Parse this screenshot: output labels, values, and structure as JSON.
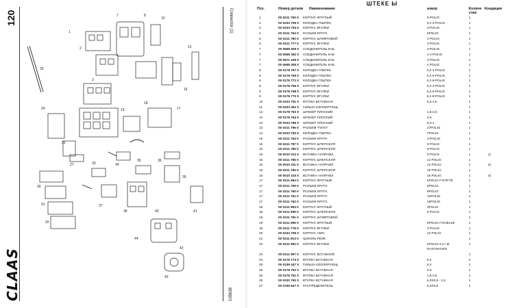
{
  "left_page": {
    "page_number": "120",
    "side_label": "Connector (1)",
    "doc_code": "105638",
    "logo_text": "CLAAS",
    "callouts": [
      "1",
      "2",
      "3",
      "4",
      "5",
      "6",
      "7",
      "8",
      "9",
      "10",
      "11",
      "12",
      "13",
      "14",
      "15",
      "16",
      "17",
      "18",
      "19",
      "20",
      "21",
      "22",
      "23",
      "24",
      "25",
      "26",
      "27",
      "28",
      "29",
      "30",
      "31",
      "32",
      "33",
      "34",
      "35",
      "36",
      "37",
      "38",
      "39",
      "40",
      "41",
      "42",
      "43",
      "44"
    ]
  },
  "right_page": {
    "title": "ШТЕКЕ Ы",
    "headers": {
      "pos": "Поз.",
      "part": "Номер детали",
      "name": "Наименование",
      "size": "азмер",
      "qty": "Количе ство",
      "cond": "Кондиция"
    },
    "rows": [
      {
        "pos": "1",
        "part": "00 0211 765 0",
        "name": "КОРПУС КРУГЛЫЙ",
        "size": "5 POLIG",
        "qty": "1",
        "cond": ""
      },
      {
        "pos": "2",
        "part": "00 0233 795 0",
        "name": "КОЛОДКА П/ШТЕК.",
        "size": "6,3 2-POLIG",
        "qty": "1",
        "cond": ""
      },
      {
        "pos": "3",
        "part": "00 0233 794 0",
        "name": "КОРПУС ВТУЛКИ",
        "size": "2-POLIG",
        "qty": "1",
        "cond": ""
      },
      {
        "pos": "4",
        "part": "00 0211 764 0",
        "name": "РАЗЪЕМ КРУГЛ.",
        "size": "5POLIG",
        "qty": "1",
        "cond": ""
      },
      {
        "pos": "5",
        "part": "00 0211 780 0",
        "name": "КОРПУС ШТИФТОВОЙ",
        "size": "3 POLIG",
        "qty": "1",
        "cond": ""
      },
      {
        "pos": "6",
        "part": "00 0211 777 0",
        "name": "КОРПУС ВТУЛКИ",
        "size": "3 POLIG",
        "qty": "1",
        "cond": ""
      },
      {
        "pos": "7",
        "part": "00 0658 309 0",
        "name": "СОЕДИНИТЕЛЬ КАБ.",
        "size": "2-POLIG",
        "qty": "1",
        "cond": ""
      },
      {
        "pos": "7",
        "part": "00 0658 362 0",
        "name": "СОЕДИНИТЕЛЬ КАБ.",
        "size": "1-2 POLIG",
        "qty": "1",
        "cond": ""
      },
      {
        "pos": "7",
        "part": "00 0671 439 0",
        "name": "СОЕДИНИТЕЛЬ КАБ.",
        "size": "3 POLIG",
        "qty": "1",
        "cond": ""
      },
      {
        "pos": "7",
        "part": "00 0658 305 0",
        "name": "СОЕДИНИТЕЛЬ КАБ.",
        "size": "4 POLIG",
        "qty": "1",
        "cond": ""
      },
      {
        "pos": "8",
        "part": "00 0178 767 0",
        "name": "КОЛОДКА П/ШТЕК.",
        "size": "6,3 4-POLIG",
        "qty": "1",
        "cond": ""
      },
      {
        "pos": "8",
        "part": "00 0178 769 0",
        "name": "КОЛОДКА П/ШТЕК.",
        "size": "6,3 6-POLIG",
        "qty": "1",
        "cond": ""
      },
      {
        "pos": "8",
        "part": "00 0178 771 0",
        "name": "КОЛОДКА П/ШТЕК.",
        "size": "6,3 8-POLIG",
        "qty": "1",
        "cond": ""
      },
      {
        "pos": "9",
        "part": "00 0178 766 0",
        "name": "КОРПУС ВТУЛКИ",
        "size": "6,3 4-POLIG",
        "qty": "1",
        "cond": ""
      },
      {
        "pos": "9",
        "part": "00 0178 768 0",
        "name": "КОРПУС ВТУЛКИ",
        "size": "6,3 6-POLIG",
        "qty": "1",
        "cond": ""
      },
      {
        "pos": "9",
        "part": "00 0178 770 0",
        "name": "КОРПУС ВТУЛКИ",
        "size": "6,3 8-POLIG",
        "qty": "1",
        "cond": ""
      },
      {
        "pos": "10",
        "part": "00 0233 791 0",
        "name": "ВТУЛКА ВСТАВНАЯ",
        "size": "6,3-1,5",
        "qty": "1",
        "cond": ""
      },
      {
        "pos": "11",
        "part": "00 0233 391 0",
        "name": "ГИЛЬЗА ИЗОЛИРУЮЩ.",
        "size": "",
        "qty": "1",
        "cond": ""
      },
      {
        "pos": "12",
        "part": "00 0178 763 0",
        "name": "ШТЕКЕР ПЛОСКИЙ",
        "size": "1,5-2,5",
        "qty": "1",
        "cond": ""
      },
      {
        "pos": "12",
        "part": "00 0178 764 0",
        "name": "ШТЕКЕР ПЛОСКИЙ",
        "size": "4-6",
        "qty": "1",
        "cond": ""
      },
      {
        "pos": "12",
        "part": "00 0233 786 0",
        "name": "ШТЕКЕР ПЛОСКИЙ",
        "size": "6,3-1",
        "qty": "1",
        "cond": ""
      },
      {
        "pos": "13",
        "part": "00 0211 766 0",
        "name": "РАЗЪЕМ \"ПАПА\"",
        "size": "17POLIG",
        "qty": "1",
        "cond": ""
      },
      {
        "pos": "14",
        "part": "00 0233 784 0",
        "name": "КОЛОДКА П/ШТЕК.",
        "size": "7POLIG",
        "qty": "1",
        "cond": ""
      },
      {
        "pos": "15",
        "part": "00 0211 763 0",
        "name": "РАЗЪЕМ КРУГЛ.",
        "size": "17POLIG",
        "qty": "1",
        "cond": ""
      },
      {
        "pos": "16",
        "part": "00 0211 787 0",
        "name": "КОРПУС ШТЕПСЕЛЯ",
        "size": "6 POLIG",
        "qty": "1",
        "cond": ""
      },
      {
        "pos": "16",
        "part": "00 0211 785 0",
        "name": "КОРПУС ШТЕПСЕЛЯ",
        "size": "9 POLIG",
        "qty": "1",
        "cond": ""
      },
      {
        "pos": "16",
        "part": "00 0010 312 0",
        "name": "ВСТАВКА НАПРАВЛ.",
        "size": "9 POLIG",
        "qty": "1",
        "cond": "1)"
      },
      {
        "pos": "16",
        "part": "00 0211 786 0",
        "name": "КОРПУС ШТЕПСЕЛЯ",
        "size": "12 POLIG",
        "qty": "1",
        "cond": ""
      },
      {
        "pos": "16",
        "part": "00 0010 311 0",
        "name": "ВСТАВКА НАПРАВЛ.",
        "size": "12 POLIG",
        "qty": "1",
        "cond": "2)"
      },
      {
        "pos": "16",
        "part": "00 0211 784 0",
        "name": "КОРПУС ШТЕПСЕЛЯ",
        "size": "15 POLIG",
        "qty": "1",
        "cond": ""
      },
      {
        "pos": "16",
        "part": "00 0010 310 0",
        "name": "ВСТАВКА НАПРАВЛ.",
        "size": "15 POLIG",
        "qty": "1",
        "cond": "3)"
      },
      {
        "pos": "17",
        "part": "00 0211 994 0",
        "name": "КОРПУС КРУГЛЫЙ",
        "size": "5POLIG F.STIFTE",
        "qty": "1",
        "cond": ""
      },
      {
        "pos": "17",
        "part": "00 0211 759 0",
        "name": "РАЗЪЕМ КРУГЛ.",
        "size": "6POLIG",
        "qty": "1",
        "cond": ""
      },
      {
        "pos": "17",
        "part": "00 0211 760 0",
        "name": "РАЗЪЕМ КРУГЛ.",
        "size": "9POLIG",
        "qty": "1",
        "cond": ""
      },
      {
        "pos": "17",
        "part": "00 0211 761 0",
        "name": "РАЗЪЕМ КРУГЛ.",
        "size": "12POLIG",
        "qty": "1",
        "cond": ""
      },
      {
        "pos": "17",
        "part": "00 0211 762 0",
        "name": "РАЗЪЕМ КРУГЛ.",
        "size": "15POLIG",
        "qty": "1",
        "cond": ""
      },
      {
        "pos": "18",
        "part": "00 0211 993 0",
        "name": "КОРПУС КРУГЛЫЙ",
        "size": "3POLIG",
        "qty": "1",
        "cond": ""
      },
      {
        "pos": "18",
        "part": "00 0211 995 0",
        "name": "КОРПУС ШТЕПСЕЛЯ",
        "size": "5 POLIG",
        "qty": "1",
        "cond": ""
      },
      {
        "pos": "18",
        "part": "00 0211 781 0",
        "name": "КОРПУС ШТИФТОВОЙ",
        "size": "",
        "qty": "1",
        "cond": ""
      },
      {
        "pos": "19",
        "part": "00 0211 996 0",
        "name": "КОРПУС КРУГЛЫЙ",
        "size": "5POLIG F.HUELSE",
        "qty": "1",
        "cond": ""
      },
      {
        "pos": "19",
        "part": "00 0211 778 0",
        "name": "КОРПУС ВТУЛКИ",
        "size": "3 POLIG",
        "qty": "1",
        "cond": ""
      },
      {
        "pos": "20",
        "part": "00 0233 796 0",
        "name": "КОРПУС АМП.",
        "size": "12 POLIG",
        "qty": "1",
        "cond": ""
      },
      {
        "pos": "21",
        "part": "00 0211 813 0",
        "name": "ЦОКОЛЬ РЕЛЕ",
        "size": "",
        "qty": "1",
        "cond": ""
      },
      {
        "pos": "22",
        "part": "00 0211 992 0",
        "name": "КОРПУС ВТУЛКИ",
        "size": "4POLIG 6,3 / M",
        "qty": "1",
        "cond": ""
      },
      {
        "pos": "",
        "part": "",
        "name": "",
        "size": "RASTNAGEN",
        "qty": "",
        "cond": ""
      },
      {
        "pos": "23",
        "part": "00 0211 997 0",
        "name": "КОРПУС ВСТАВНОЙ",
        "size": "",
        "qty": "1",
        "cond": ""
      },
      {
        "pos": "24",
        "part": "00 0178 774 0",
        "name": "ВТУЛКА ВСТАВНАЯ",
        "size": "6,3",
        "qty": "1",
        "cond": ""
      },
      {
        "pos": "25",
        "part": "00 0239 447 0",
        "name": "ГИЛЬЗА ИЗОЛИРУЮЩ.",
        "size": "6,3",
        "qty": "1",
        "cond": ""
      },
      {
        "pos": "26",
        "part": "00 0178 762 0",
        "name": "ВТУЛКА ВСТАВНАЯ",
        "size": "4-6",
        "qty": "1",
        "cond": ""
      },
      {
        "pos": "26",
        "part": "00 0178 761 0",
        "name": "ВТУЛКА ВСТАВНАЯ",
        "size": "1,5-2,5",
        "qty": "1",
        "cond": ""
      },
      {
        "pos": "26",
        "part": "00 0233 762 0",
        "name": "ВТУЛКА ВСТАВНАЯ",
        "size": "6,3X0,8 - 1,5",
        "qty": "1",
        "cond": ""
      },
      {
        "pos": "27",
        "part": "00 0755 647 0",
        "name": "РАСПРЕДЕЛИТЕЛЬ",
        "size": "6,3X0,8",
        "qty": "1",
        "cond": ""
      }
    ]
  }
}
